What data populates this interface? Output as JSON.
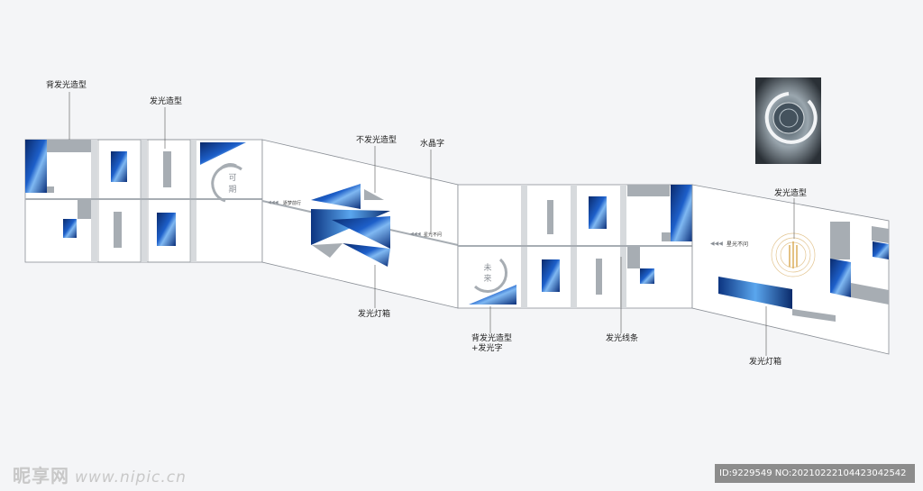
{
  "colors": {
    "background": "#f4f5f7",
    "wall": "#ffffff",
    "outline": "#8a8f96",
    "gray_block": "#a7adb3",
    "blue_dark": "#0a2a6b",
    "blue_mid": "#1d5fc9",
    "blue_light": "#7fb8f2",
    "light_line": "#cfd3d8"
  },
  "callouts": {
    "back_lit_shape": "背发光造型",
    "lit_shape_1": "发光造型",
    "non_lit_shape": "不发光造型",
    "crystal_text": "水晶字",
    "lightbox_1": "发光灯箱",
    "back_lit_text_line1": "背发光造型",
    "back_lit_text_line2": "+发光字",
    "light_strip": "发光线条",
    "lit_shape_2": "发光造型",
    "lightbox_2": "发光灯箱"
  },
  "wall_text": {
    "ring1_top": "可",
    "ring1_bottom": "期",
    "ring2_top": "未",
    "ring2_bottom": "来",
    "slogan1": "逐梦前行",
    "slogan2": "星光不问",
    "slogan3": "星光不问"
  },
  "watermark": {
    "brand": "昵享网",
    "url": "www.nipic.cn"
  },
  "id_bar": "ID:9229549 NO:20210222104423042542"
}
